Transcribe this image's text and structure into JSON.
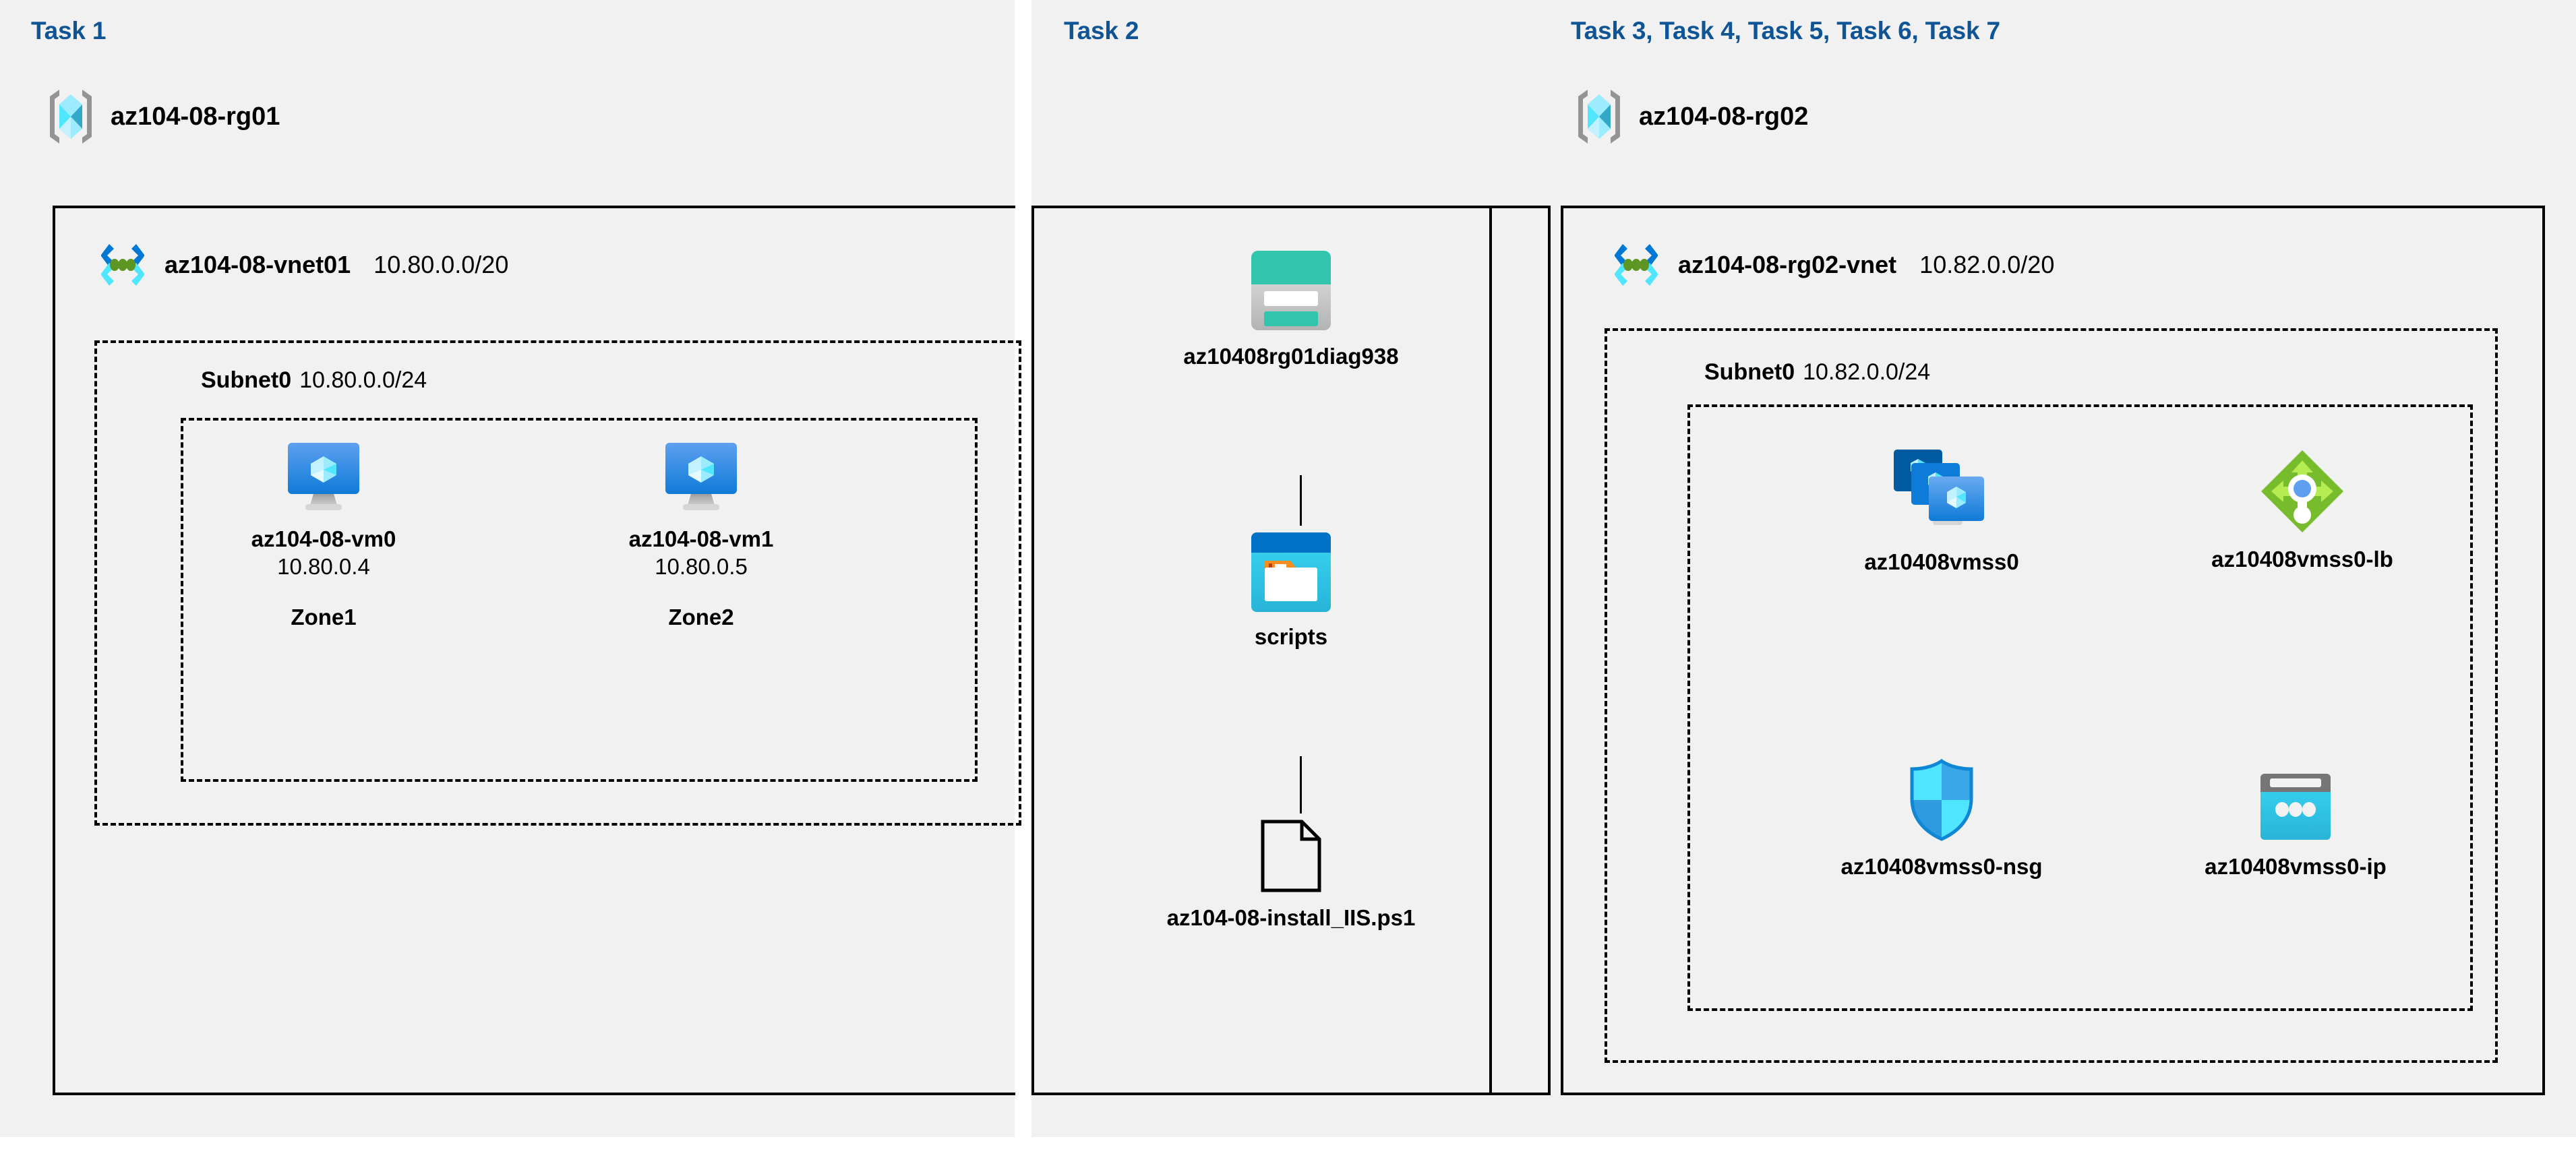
{
  "tasks": {
    "task1_label": "Task 1",
    "task2_label": "Task 2",
    "task3_label": "Task 3, Task 4, Task 5, Task 6, Task 7"
  },
  "resource_groups": [
    {
      "name": "az104-08-rg01",
      "icon": "resource-group-icon"
    },
    {
      "name": "az104-08-rg02",
      "icon": "resource-group-icon"
    }
  ],
  "vnets": [
    {
      "name": "az104-08-vnet01",
      "cidr": "10.80.0.0/20",
      "icon": "virtual-network-icon"
    },
    {
      "name": "az104-08-rg02-vnet",
      "cidr": "10.82.0.0/20",
      "icon": "virtual-network-icon"
    }
  ],
  "subnets": [
    {
      "name": "Subnet0",
      "cidr": "10.80.0.0/24"
    },
    {
      "name": "Subnet0",
      "cidr": "10.82.0.0/24"
    }
  ],
  "vms": [
    {
      "name": "az104-08-vm0",
      "ip": "10.80.0.4",
      "zone": "Zone1",
      "icon": "virtual-machine-icon"
    },
    {
      "name": "az104-08-vm1",
      "ip": "10.80.0.5",
      "zone": "Zone2",
      "icon": "virtual-machine-icon"
    }
  ],
  "storage": {
    "account_name": "az10408rg01diag938",
    "account_icon": "storage-account-icon",
    "container_name": "scripts",
    "container_icon": "blob-container-icon",
    "file_name": "az104-08-install_IIS.ps1",
    "file_icon": "file-document-icon"
  },
  "scale_set_resources": [
    {
      "name": "az10408vmss0",
      "icon": "vm-scale-set-icon"
    },
    {
      "name": "az10408vmss0-lb",
      "icon": "load-balancer-icon"
    },
    {
      "name": "az10408vmss0-nsg",
      "icon": "network-security-group-icon"
    },
    {
      "name": "az10408vmss0-ip",
      "icon": "public-ip-address-icon"
    }
  ],
  "colors": {
    "task_label": "#0f5494",
    "panel_background": "#f1f1f1",
    "page_background": "#ffffff",
    "border": "#000000",
    "azure_blue": "#0078d4",
    "azure_cyan": "#32bedd",
    "storage_teal": "#32c5ae",
    "lb_green": "#76bc2d",
    "nsg_blue": "#32bedd",
    "folder_orange": "#f78d1e"
  }
}
